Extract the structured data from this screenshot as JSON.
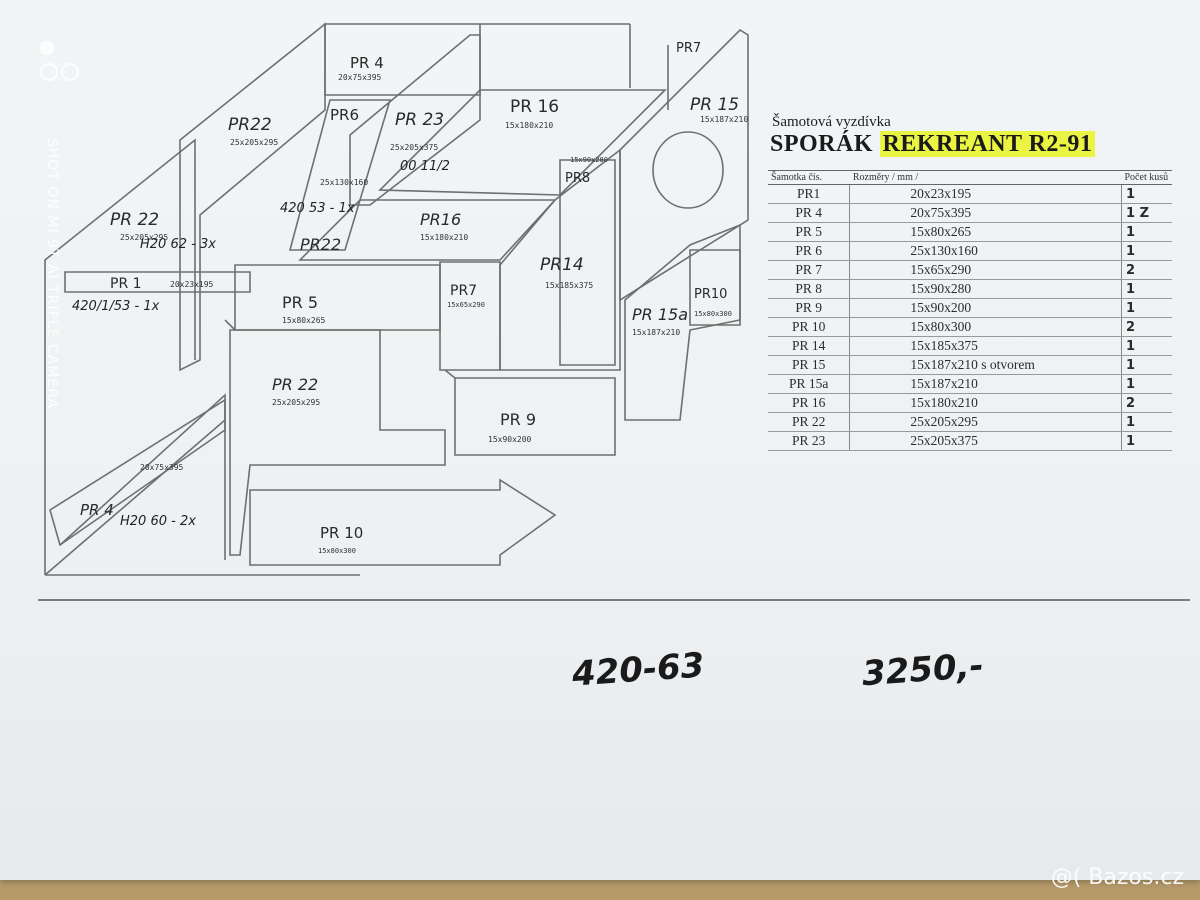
{
  "document": {
    "subtitle": "Šamotová vyzdívka",
    "title_plain": "SPORÁK ",
    "title_highlight": "REKREANT  R2-91",
    "table": {
      "headers": [
        "Šamotka čís.",
        "Rozměry / mm /",
        "Počet kusů"
      ],
      "rows": [
        {
          "id": "PR1",
          "size": "20x23x195",
          "count": "1"
        },
        {
          "id": "PR 4",
          "size": "20x75x395",
          "count": "1 Z"
        },
        {
          "id": "PR 5",
          "size": "15x80x265",
          "count": "1"
        },
        {
          "id": "PR 6",
          "size": "25x130x160",
          "count": "1"
        },
        {
          "id": "PR 7",
          "size": "15x65x290",
          "count": "2"
        },
        {
          "id": "PR 8",
          "size": "15x90x280",
          "count": "1"
        },
        {
          "id": "PR 9",
          "size": "15x90x200",
          "count": "1"
        },
        {
          "id": "PR 10",
          "size": "15x80x300",
          "count": "2"
        },
        {
          "id": "PR 14",
          "size": "15x185x375",
          "count": "1"
        },
        {
          "id": "PR 15",
          "size": "15x187x210  s otvorem",
          "count": "1"
        },
        {
          "id": "PR 15a",
          "size": "15x187x210",
          "count": "1"
        },
        {
          "id": "PR 16",
          "size": "15x180x210",
          "count": "2"
        },
        {
          "id": "PR 22",
          "size": "25x205x295",
          "count": "1"
        },
        {
          "id": "PR 23",
          "size": "25x205x375",
          "count": "1"
        }
      ]
    },
    "handwritten": {
      "code": "420-63",
      "price": "3250,-"
    }
  },
  "drawing": {
    "labels": {
      "pr4_top": "PR 4",
      "pr4_top_dim": "20x75x395",
      "pr22_back": "PR22",
      "pr22_back_dim": "25x205x295",
      "pr6": "PR6",
      "pr6_dim": "25x130x160",
      "pr23": "PR 23",
      "pr23_dim": "25x205x375",
      "pr16_top": "PR 16",
      "pr16_top_dim": "15x180x210",
      "pr7_top": "PR7",
      "pr15": "PR 15",
      "pr15_dim": "15x187x210",
      "pr8": "PR8",
      "pr8_dim": "15x90x280",
      "pr22_left": "PR 22",
      "pr22_left_dim": "25x205x295",
      "pr22_mid": "PR22",
      "pr16_mid": "PR16",
      "pr16_mid_dim": "15x180x210",
      "pr14": "PR14",
      "pr14_dim": "15x185x375",
      "pr1": "PR 1",
      "pr1_dim": "20x23x195",
      "pr5": "PR 5",
      "pr5_dim": "15x80x265",
      "pr7_mid": "PR7",
      "pr7_mid_dim": "15x65x290",
      "pr15a": "PR 15a",
      "pr15a_dim": "15x187x210",
      "pr10_right": "PR10",
      "pr10_right_dim": "15x80x300",
      "pr22_front": "PR 22",
      "pr22_front_dim": "25x205x295",
      "pr9": "PR 9",
      "pr9_dim": "15x90x200",
      "pr4_bottom": "PR 4",
      "pr4_bottom_dim": "20x75x395",
      "pr10_bottom": "PR 10",
      "pr10_bottom_dim": "15x80x300"
    },
    "notes": {
      "n1": "420/1/53 - 1x",
      "n2": "H20 62 - 3x",
      "n3": "420 53 - 1x",
      "n4": "H20 60 - 2x",
      "n5": "00 11/2"
    }
  },
  "watermark": {
    "camera": "SHOT ON MI 9T",
    "camera2": "AI TRIPLE CAMERA",
    "site": "@( Bazos.cz"
  }
}
